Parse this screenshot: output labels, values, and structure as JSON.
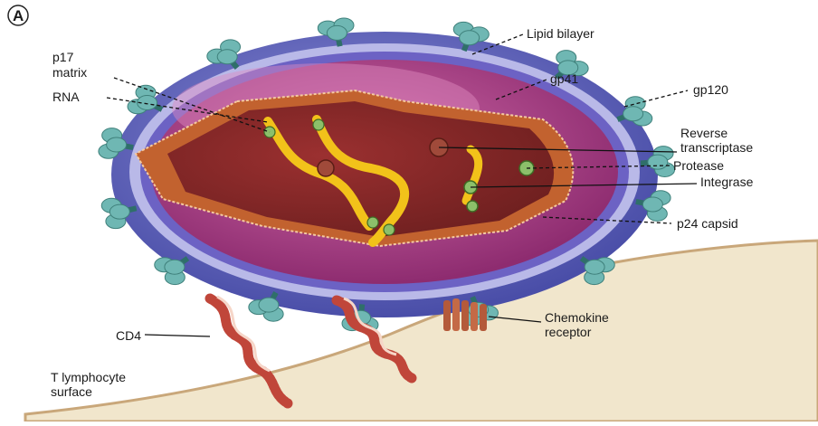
{
  "panel_letter": "A",
  "labels": {
    "lipid_bilayer": "Lipid bilayer",
    "p17_line1": "p17",
    "p17_line2": "matrix",
    "rna": "RNA",
    "gp41": "gp41",
    "gp120": "gp120",
    "rt_line1": "Reverse",
    "rt_line2": "transcriptase",
    "protease": "Protease",
    "integrase": "Integrase",
    "p24": "p24 capsid",
    "cd4": "CD4",
    "chemokine_line1": "Chemokine",
    "chemokine_line2": "receptor",
    "tcell_line1": "T lymphocyte",
    "tcell_line2": "surface"
  },
  "colors": {
    "envelope_outer": "#5b5fb8",
    "envelope_light": "#b9b9e8",
    "matrix": "#b0408a",
    "capsid_shell": "#c2622f",
    "capsid_inner": "#8a2a2a",
    "rna": "#f2c21a",
    "spike": "#6fb7b3",
    "spike_stalk": "#2f6f6a",
    "cell_surface": "#f1e6cc",
    "receptor": "#c0463a"
  }
}
